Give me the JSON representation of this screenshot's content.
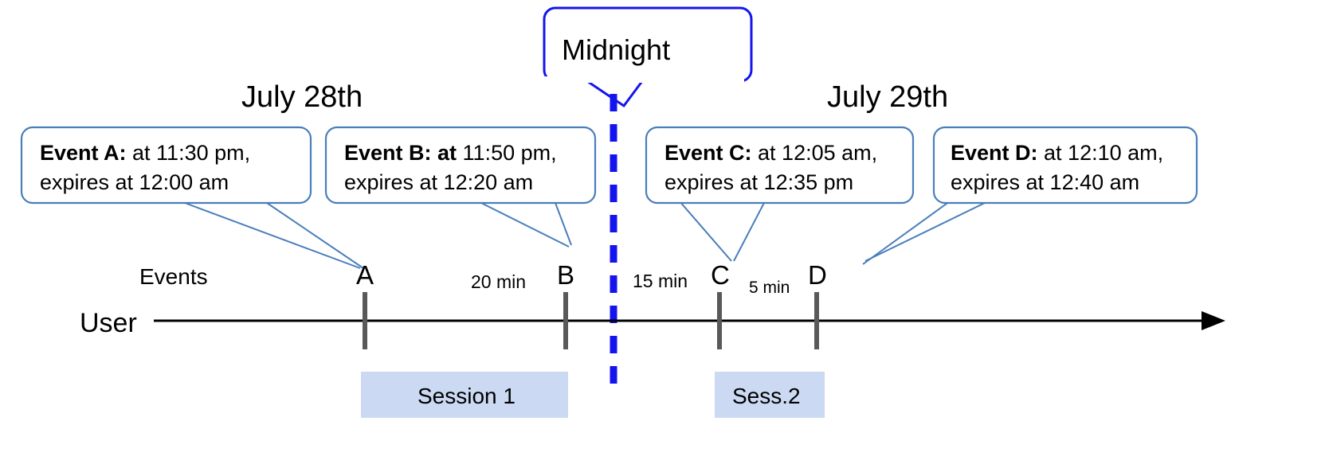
{
  "diagram": {
    "title": "Event expiry across midnight timeline",
    "colors": {
      "callout_border": "#4a7ebb",
      "midnight_border": "#1414ee",
      "midnight_dash": "#1414ee",
      "session_fill": "#ccd9f2",
      "axis": "#000000",
      "tick": "#595959"
    },
    "dates": {
      "left": "July 28th",
      "right": "July 29th"
    },
    "midnight": {
      "label": "Midnight"
    },
    "callouts": [
      {
        "id": "event-a",
        "bold": "Event A:",
        "line1_rest": " at 11:30 pm,",
        "line2": "expires at 12:00 am"
      },
      {
        "id": "event-b",
        "bold": "Event B: at",
        "line1_rest": " 11:50 pm,",
        "line2": "expires at 12:20 am"
      },
      {
        "id": "event-c",
        "bold": "Event C:",
        "line1_rest": " at 12:05 am,",
        "line2": "expires at 12:35 pm"
      },
      {
        "id": "event-d",
        "bold": "Event D:",
        "line1_rest": "  at 12:10 am,",
        "line2": "expires at 12:40 am"
      }
    ],
    "axis": {
      "row_label": "User",
      "events_label": "Events"
    },
    "markers": [
      {
        "id": "marker-a",
        "label": "A"
      },
      {
        "id": "marker-b",
        "label": "B"
      },
      {
        "id": "marker-c",
        "label": "C"
      },
      {
        "id": "marker-d",
        "label": "D"
      }
    ],
    "intervals": [
      {
        "id": "interval-ab",
        "label": "20 min"
      },
      {
        "id": "interval-bc",
        "label": "15 min"
      },
      {
        "id": "interval-cd",
        "label": "5 min"
      }
    ],
    "sessions": [
      {
        "id": "session-1",
        "label": "Session 1"
      },
      {
        "id": "session-2",
        "label": "Sess.2"
      }
    ]
  }
}
